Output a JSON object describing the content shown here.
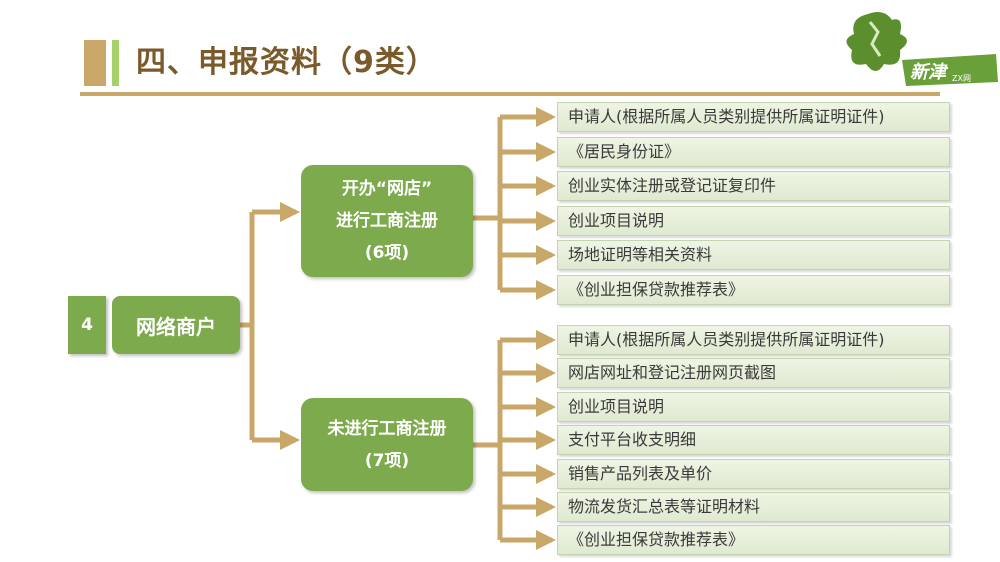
{
  "title": "四、申报资料（9类）",
  "logo_text": "新津",
  "logo_subtext": "ZX网",
  "root": {
    "number": "4",
    "label": "网络商户"
  },
  "branches": [
    {
      "lines": [
        "开办“网店”",
        "进行工商注册",
        "(6项)"
      ],
      "items": [
        "申请人(根据所属人员类别提供所属证明证件)",
        "《居民身份证》",
        "创业实体注册或登记证复印件",
        "创业项目说明",
        "场地证明等相关资料",
        "《创业担保贷款推荐表》"
      ]
    },
    {
      "lines": [
        "未进行工商注册",
        "(7项)"
      ],
      "items": [
        "申请人(根据所属人员类别提供所属证明证件)",
        "网店网址和登记注册网页截图",
        "创业项目说明",
        "支付平台收支明细",
        "销售产品列表及单价",
        "物流发货汇总表等证明材料",
        "《创业担保贷款推荐表》"
      ]
    }
  ],
  "colors": {
    "node": "#7daa4d",
    "connector": "#c9a768",
    "leaf": "#e6efd9",
    "title": "#7a5a2a"
  }
}
